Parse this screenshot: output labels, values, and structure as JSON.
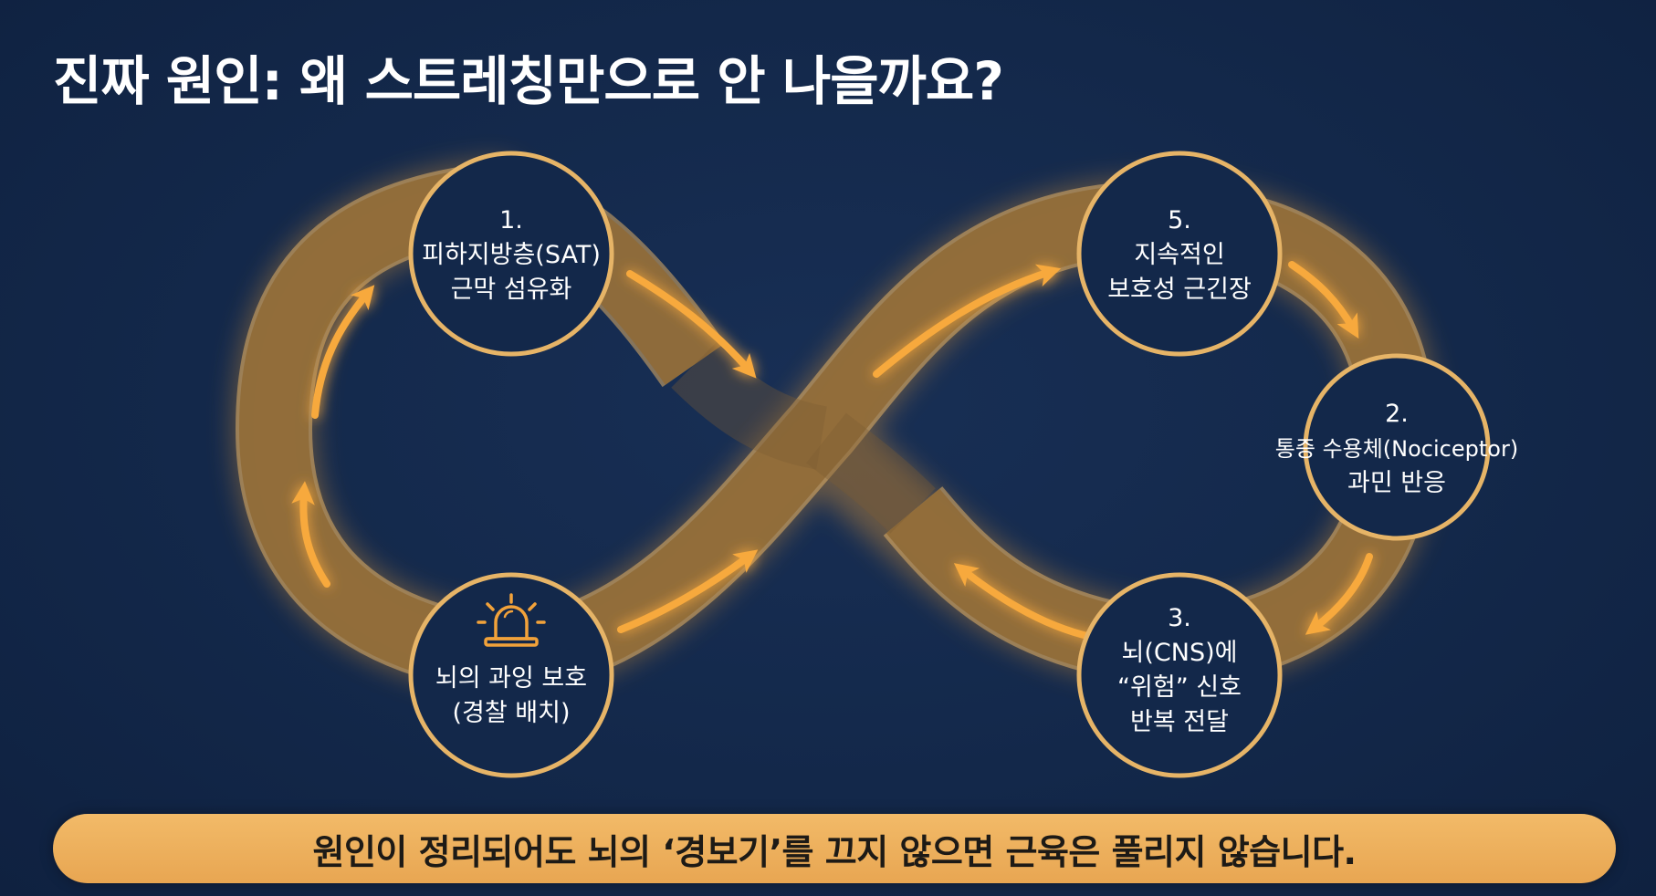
{
  "title": "진짜 원인: 왜 스트레칭만으로 안 나을까요?",
  "nodes": {
    "n1": {
      "lines": [
        "1.",
        "피하지방층(SAT)",
        "근막 섬유화"
      ]
    },
    "n5": {
      "lines": [
        "5.",
        "지속적인",
        "보호성 근긴장"
      ]
    },
    "n2": {
      "lines": [
        "2.",
        "통증 수용체(Nociceptor)",
        "과민 반응"
      ]
    },
    "n3": {
      "lines": [
        "3.",
        "뇌(CNS)에",
        "“위험” 신호",
        "반복 전달"
      ]
    },
    "n4": {
      "lines": [
        "뇌의 과잉 보호",
        "(경찰 배치)"
      ],
      "icon": "siren-icon"
    }
  },
  "banner": {
    "text": "원인이 정리되어도 뇌의 ‘경보기’를 끄지 않으면 근육은 풀리지 않습니다."
  },
  "colors": {
    "background": "#13284a",
    "band": "#a0763d",
    "arrow": "#f2a23a",
    "node_ring": "#e6b467",
    "node_fill": "#13284a",
    "banner": "#eeb25f"
  }
}
